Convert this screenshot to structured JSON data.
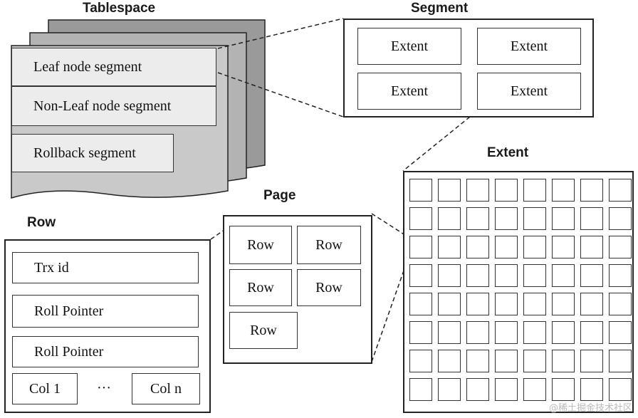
{
  "tablespace": {
    "title": "Tablespace",
    "segments": [
      "Leaf node segment",
      "Non-Leaf node segment",
      "Rollback segment"
    ]
  },
  "segment": {
    "title": "Segment",
    "extents": [
      "Extent",
      "Extent",
      "Extent",
      "Extent"
    ]
  },
  "extent": {
    "title": "Extent",
    "page_grid_rows": 8,
    "page_grid_cols": 8
  },
  "page": {
    "title": "Page",
    "rows": [
      "Row",
      "Row",
      "Row",
      "Row",
      "Row"
    ]
  },
  "row": {
    "title": "Row",
    "fields": [
      "Trx id",
      "Roll Pointer",
      "Roll Pointer"
    ],
    "col_first": "Col 1",
    "ellipsis": "···",
    "col_last": "Col n"
  },
  "watermark": "@稀土掘金技术社区"
}
